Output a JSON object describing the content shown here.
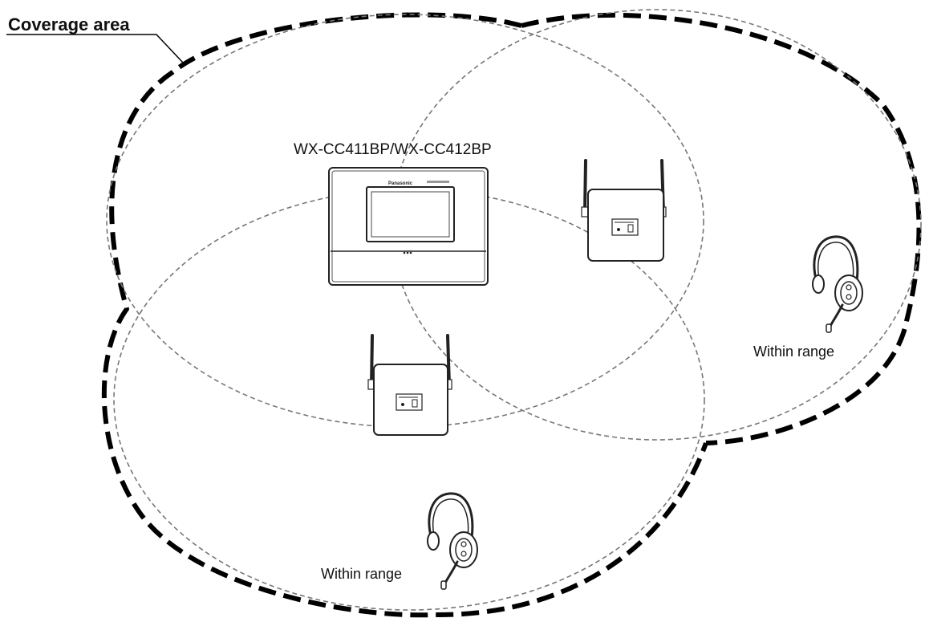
{
  "diagram": {
    "coverage_label": "Coverage area",
    "main_unit_label": "WX-CC411BP/WX-CC412BP",
    "brand_text": "Panasonic",
    "within_range_labels": [
      "Within range",
      "Within range"
    ]
  }
}
